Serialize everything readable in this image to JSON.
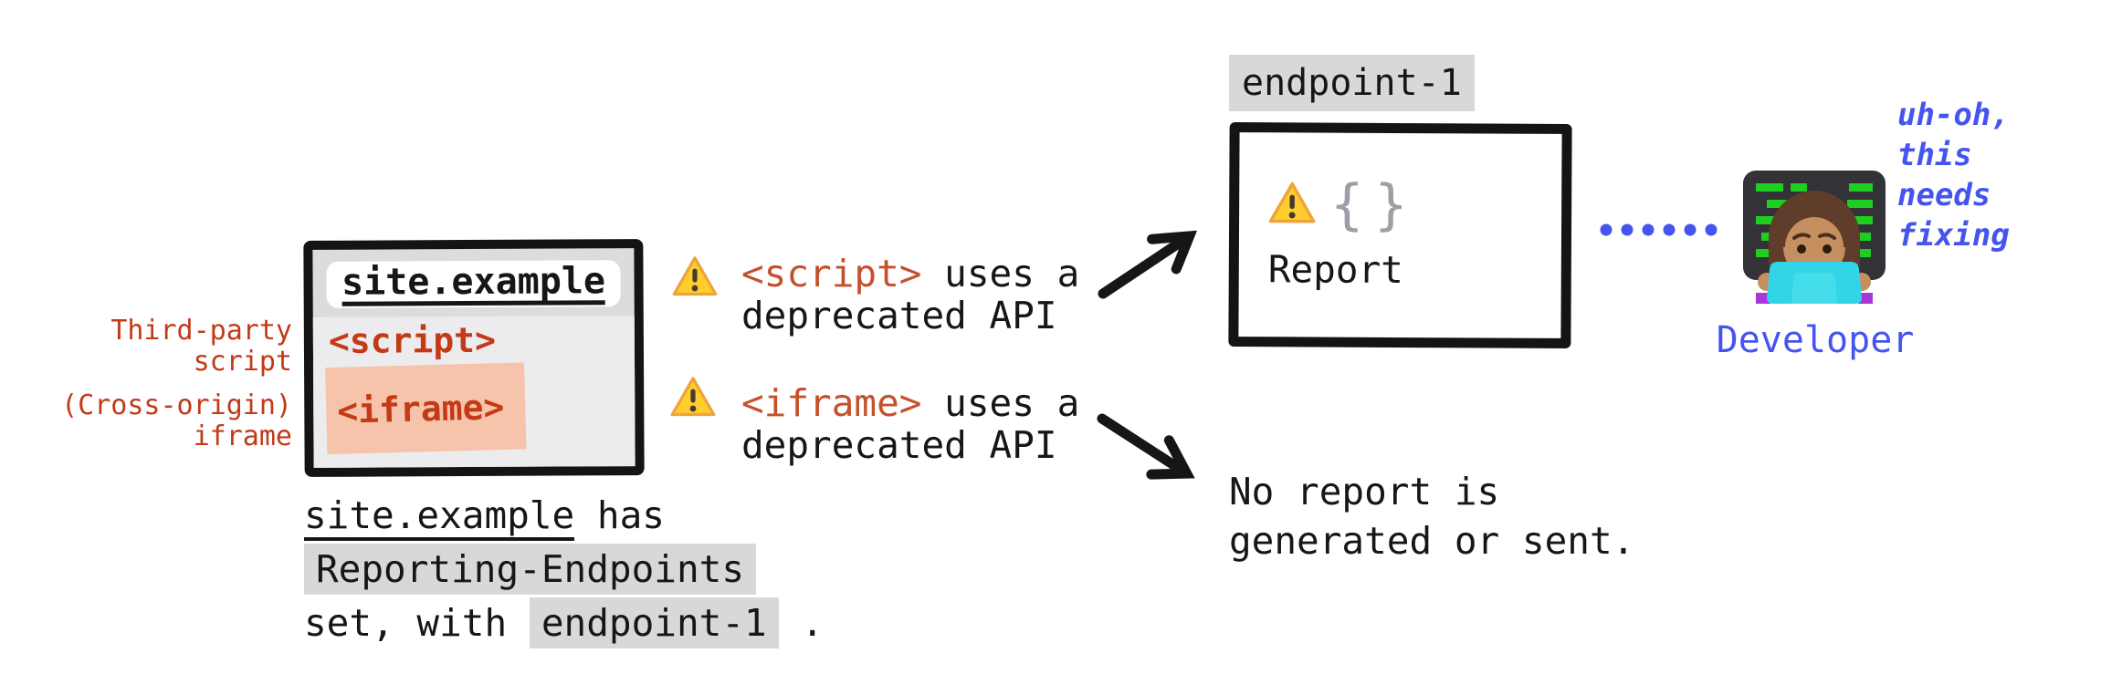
{
  "colors": {
    "ink": "#161616",
    "red_label": "#c23a18",
    "red_code": "#c6502c",
    "salmon_highlight": "#f6c3ab",
    "code_highlight_gray": "#d8d8d8",
    "blue_accent": "#4554ef",
    "warning_yellow": "#ffcd2e",
    "brace_gray": "#9aa0a6",
    "laptop_teal": "#30d6e6"
  },
  "browser_window": {
    "url": "site.example",
    "script_code": "<script>",
    "iframe_code": "<iframe>",
    "side_labels": [
      {
        "line1": "Third-party",
        "line2": "script"
      },
      {
        "line1": "(Cross-origin)",
        "line2": "iframe"
      }
    ]
  },
  "caption": {
    "line1_code": "site.example",
    "line1_rest": " has",
    "line2_code": "Reporting-Endpoints",
    "line3_pre": "set, with ",
    "line3_code": "endpoint-1",
    "line3_post": " ."
  },
  "events": [
    {
      "code": "<script>",
      "rest": " uses a",
      "line2": "deprecated API"
    },
    {
      "code": "<iframe>",
      "rest": " uses a",
      "line2": "deprecated API"
    }
  ],
  "endpoint": {
    "label": "endpoint-1",
    "braces_glyph": "{}",
    "report_label": "Report"
  },
  "no_report": {
    "line1": "No report is",
    "line2": "generated or sent."
  },
  "developer": {
    "label": "Developer",
    "thought_lines": [
      "uh-oh,",
      "this",
      "needs",
      "fixing"
    ]
  },
  "icons": {
    "warning": "warning-triangle",
    "report_braces": "json-braces",
    "developer": "woman-technologist",
    "connector": "blue-dotted-line",
    "arrows": "hand-drawn-black-arrow"
  }
}
